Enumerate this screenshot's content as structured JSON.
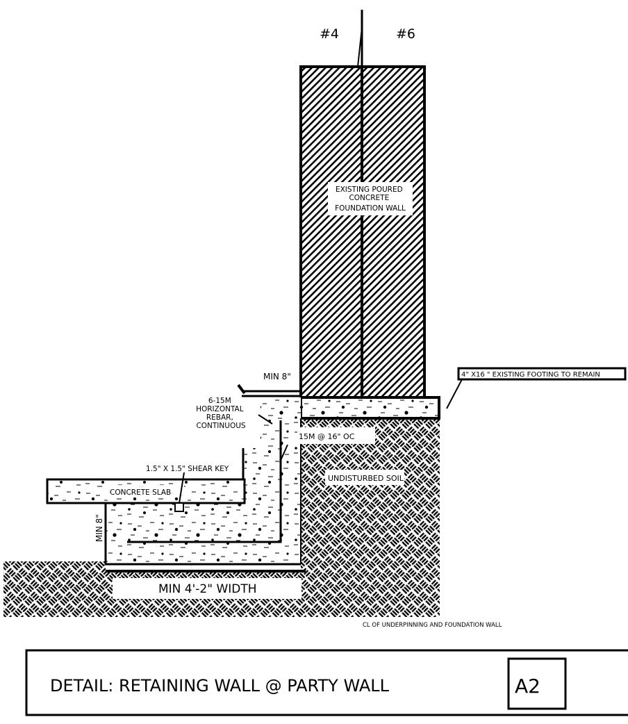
{
  "drawing": {
    "type": "construction-detail",
    "colors": {
      "ink": "#000000",
      "paper": "#ffffff"
    },
    "rebar_tags": {
      "left": "#4",
      "right": "#6"
    },
    "wall_label": [
      "EXISTING POURED",
      "CONCRETE",
      "FOUNDATION WALL"
    ],
    "footing_label": "4\" X16 \" EXISTING FOOTING TO REMAIN",
    "min_top": "MIN 8\"",
    "horizontal_rebar": [
      "6-15M",
      "HORIZONTAL",
      "REBAR,",
      "CONTINUOUS"
    ],
    "vertical_rebar": "15M @ 16\" OC",
    "soil_label": "UNDISTURBED SOIL",
    "shear_key": "1.5\" X 1.5\" SHEAR KEY",
    "slab_label": "CONCRETE SLAB",
    "min_side": "MIN 8\"",
    "width_label": "MIN 4'-2\" WIDTH",
    "centerline_label": "CL OF UNDERPINNING AND FOUNDATION WALL"
  },
  "title_block": {
    "title": "DETAIL: RETAINING WALL @ PARTY WALL",
    "sheet": "A2"
  }
}
